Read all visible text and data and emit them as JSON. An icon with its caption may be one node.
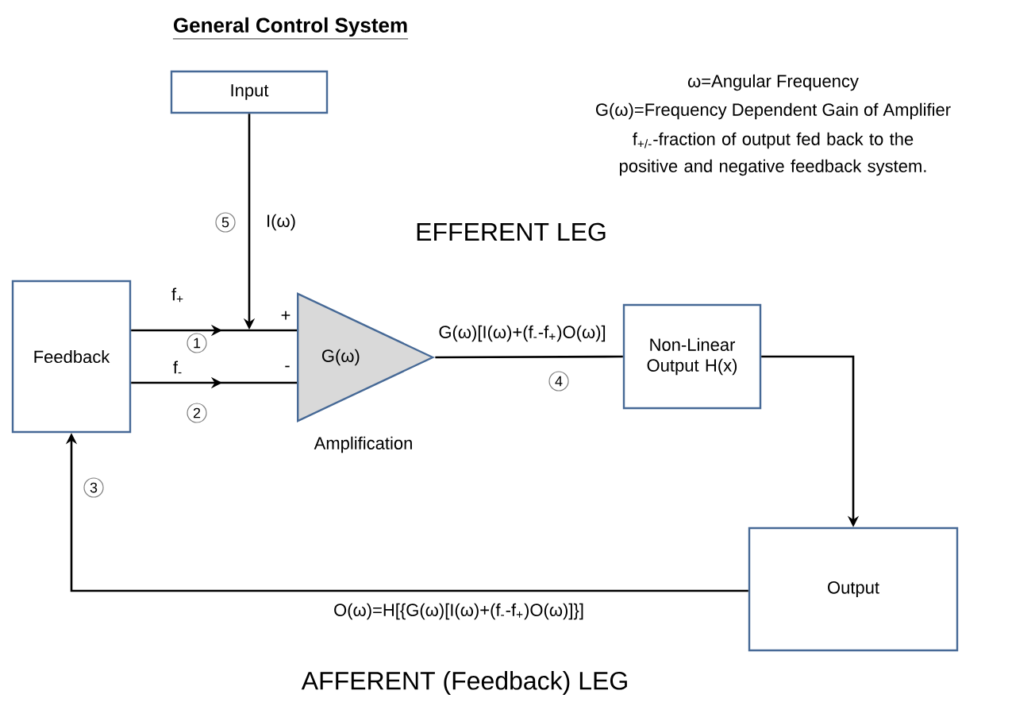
{
  "diagram": {
    "title": "General Control System",
    "nodes": [
      {
        "text": [
          "Input"
        ]
      },
      {
        "text": [
          "Feedback"
        ]
      },
      {
        "text": [
          "G(ω)"
        ],
        "beside": [
          "Amplification"
        ]
      },
      {
        "text": [
          "Non-Linear Output H(x)"
        ]
      },
      {
        "text": [
          "Output"
        ]
      }
    ],
    "edges": [
      {
        "from": 0,
        "to": null,
        "arrow": "to",
        "label": "I(ω)"
      },
      {
        "from": 1,
        "to": 2,
        "arrow": "to",
        "label": "f$_{+}$"
      },
      {
        "from": 1,
        "to": 2,
        "arrow": "to",
        "label": "f$_{-}$"
      },
      {
        "from": 2,
        "to": 3,
        "arrow": "none",
        "label": "G(ω)[I(ω)+(f$_{-}$-f$_{+}$)O(ω)]"
      },
      {
        "from": 3,
        "to": 4,
        "arrow": "to"
      },
      {
        "from": 4,
        "to": 1,
        "arrow": "to",
        "label": "O(ω)=H[{G(ω)[I(ω)+(f$_{-}$-f$_{+}$)O(ω)]}]"
      }
    ],
    "labels": [
      "ω=Angular Frequency",
      "G(ω)=Frequency Dependent Gain of Amplifier",
      "f$_{+/-}$-fraction of output fed back to the positive and negative feedback system.",
      "5",
      "EFFERENT LEG",
      "+",
      "1",
      "-",
      "2",
      "4",
      "3",
      "AFFERENT (Feedback) LEG"
    ]
  }
}
